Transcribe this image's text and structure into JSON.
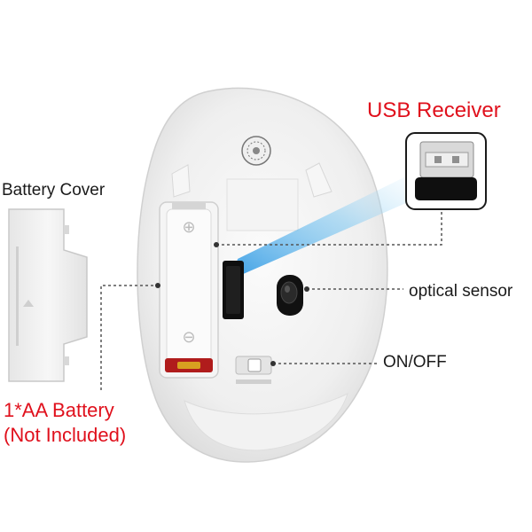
{
  "labels": {
    "usb_receiver": "USB Receiver",
    "battery_cover": "Battery Cover",
    "optical_sensor": "optical sensor",
    "on_off": "ON/OFF",
    "battery_line1": "1*AA Battery",
    "battery_line2": "(Not Included)"
  },
  "colors": {
    "callout_red": "#e0101c",
    "text_dark": "#1a1a1a",
    "mouse_body": "#eeeeee",
    "receiver_body": "#0f0f0f",
    "beam_blue": "#3aa6e8",
    "leader_line": "#555555"
  },
  "device_icons": [
    "mouse-body",
    "battery-cover",
    "usb-receiver",
    "aa-battery-slot",
    "optical-sensor-eye",
    "power-switch"
  ]
}
